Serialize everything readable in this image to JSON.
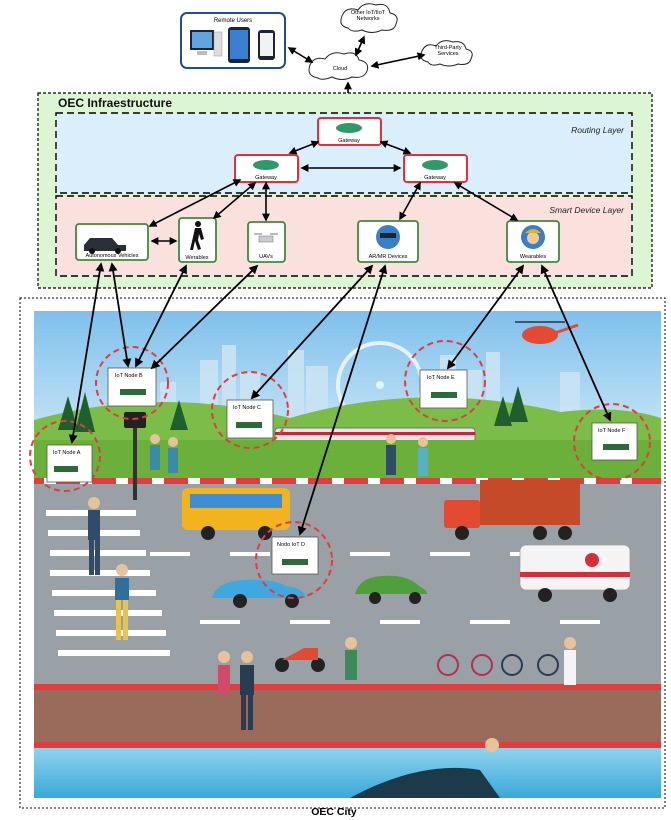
{
  "top": {
    "remote_users": "Remote Users",
    "other_networks_line1": "Other IoT/IIoT",
    "other_networks_line2": "Networks",
    "cloud": "Cloud",
    "third_party_line1": "Third-Party",
    "third_party_line2": "Services"
  },
  "infrastructure": {
    "title": "OEC Infraestructure",
    "routing_layer": "Routing Layer",
    "smart_device_layer": "Smart Device Layer",
    "gateway_top": "Gateway",
    "gateway_left": "Gateway",
    "gateway_right": "Gateway",
    "devices": {
      "autonomous": "Autonomous Vehicles",
      "werables": "Werables",
      "uavs": "UAVs",
      "armr": "AR/MR Devices",
      "wearables": "Wearables"
    }
  },
  "city": {
    "title": "OEC City",
    "nodes": {
      "a": "IoT Node A",
      "b": "IoT Node B",
      "c": "IoT Node C",
      "d": "Nodo IoT D",
      "e": "IoT Node E",
      "f": "IoT Node F"
    }
  },
  "colors": {
    "infra_fill": "#dcf5d2",
    "routing_fill": "#daeefb",
    "smart_fill": "#fbe1dd",
    "gateway_border": "#e0303a",
    "device_border": "#3f8a3a",
    "remote_border": "#1e4f8f",
    "sky": "#8ec7ee",
    "road": "#9aa1a6",
    "grass": "#5fa83a",
    "water": "#6ec4e8"
  }
}
